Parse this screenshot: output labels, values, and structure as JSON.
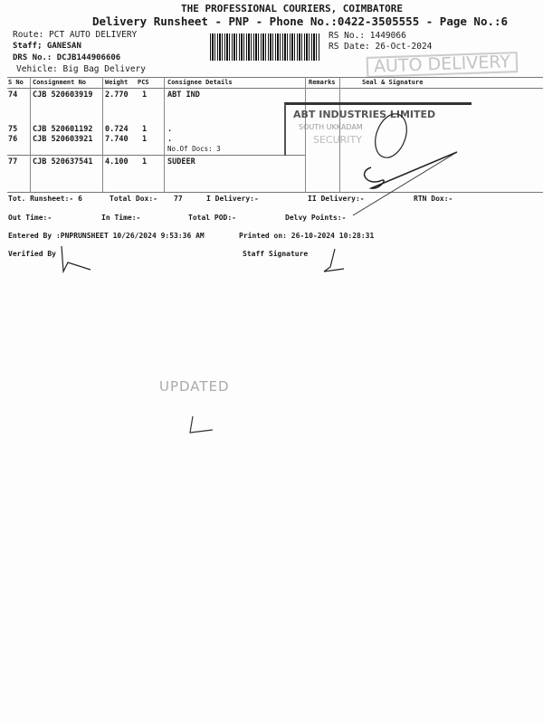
{
  "header": {
    "company": "THE PROFESSIONAL COURIERS, COIMBATORE",
    "subtitle": "Delivery Runsheet - PNP - Phone No.:0422-3505555 - Page No.:6",
    "route": "Route: PCT AUTO DELIVERY",
    "staff": "Staff; GANESAN",
    "drs": "DRS No.: DCJB144906606",
    "vehicle": "Vehicle: Big Bag Delivery",
    "rs_no": "RS No.: 1449066",
    "rs_date": "RS Date: 26-Oct-2024"
  },
  "table": {
    "columns": [
      "S No",
      "Consignment No",
      "Weight",
      "PCS",
      "Consignee Details",
      "Remarks",
      "Seal & Signature"
    ],
    "rows": [
      {
        "sno": "74",
        "cons": "CJB 520603919",
        "weight": "2.770",
        "pcs": "1",
        "details": "ABT IND"
      },
      {
        "sno": "75",
        "cons": "CJB 520601192",
        "weight": "0.724",
        "pcs": "1",
        "details": "."
      },
      {
        "sno": "76",
        "cons": "CJB 520603921",
        "weight": "7.740",
        "pcs": "1",
        "details": "."
      },
      {
        "sno": "77",
        "cons": "CJB 520637541",
        "weight": "4.100",
        "pcs": "1",
        "details": "SUDEER"
      }
    ],
    "docs_note": "No.Of Docs: 3"
  },
  "summary": {
    "tot_runsheet": "Tot. Runsheet:- 6",
    "total_dox": "Total Dox:-",
    "total_dox_val": "77",
    "i_delivery": "I Delivery:-",
    "ii_delivery": "II Delivery:-",
    "rtn_dox": "RTN Dox:-",
    "out_time": "Out Time:-",
    "in_time": "In Time:-",
    "total_pod": "Total POD:-",
    "delvy_points": "Delvy Points:-",
    "entered_by": "Entered By :PNPRUNSHEET 10/26/2024 9:53:36 AM",
    "printed_on": "Printed on: 26-10-2024 10:28:31",
    "verified_by": "Verified By",
    "staff_signature": "Staff Signature"
  },
  "stamps": {
    "auto_delivery": "AUTO DELIVERY",
    "company_stamp_1": "ABT INDUSTRIES LIMITED",
    "company_stamp_2": "SOUTH UKKADAM",
    "company_stamp_3": "SECURITY",
    "updated": "UPDATED"
  }
}
